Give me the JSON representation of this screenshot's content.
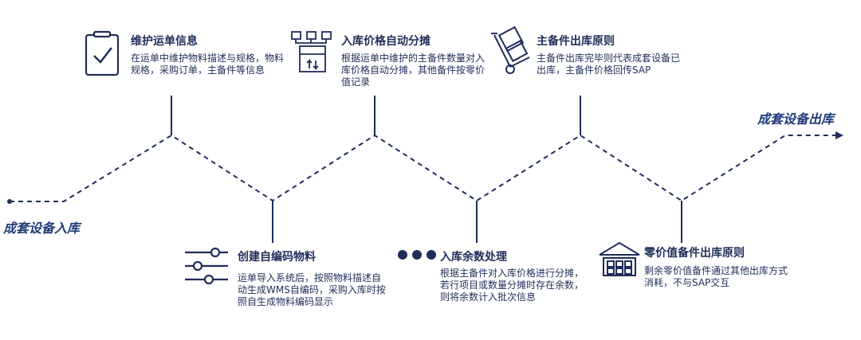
{
  "start_label": "成套设备入库",
  "end_label": "成套设备出库",
  "steps_top": [
    {
      "title": "维护运单信息",
      "desc": "在运单中维护物料描述与规格，物料规格，采购订单，主备件等信息",
      "icon": "clipboard-check-icon"
    },
    {
      "title": "入库价格自动分摊",
      "desc": "根据运单中维护的主备件数量对入库价格自动分摊，其他备件按零价值记录",
      "icon": "hierarchy-box-icon"
    },
    {
      "title": "主备件出库原则",
      "desc": "主备件出库完毕则代表成套设备已出库，主备件价格回传SAP",
      "icon": "hand-truck-icon"
    }
  ],
  "steps_bottom": [
    {
      "title": "创建自编码物料",
      "desc": "运单导入系统后，按照物料描述自动生成WMS自编码，采购入库时按照自生成物料编码显示",
      "icon": "sliders-icon"
    },
    {
      "title": "入库余数处理",
      "desc": "根据主备件对入库价格进行分摊，若行项目或数量分摊时存在余数，则将余数计入批次信息",
      "icon": "three-dots-icon"
    },
    {
      "title": "零价值备件出库原则",
      "desc": "剩余零价值备件通过其他出库方式消耗，不与SAP交互",
      "icon": "warehouse-icon"
    }
  ],
  "colors": {
    "primary": "#1f2d5a",
    "accent": "#1f3a78"
  }
}
